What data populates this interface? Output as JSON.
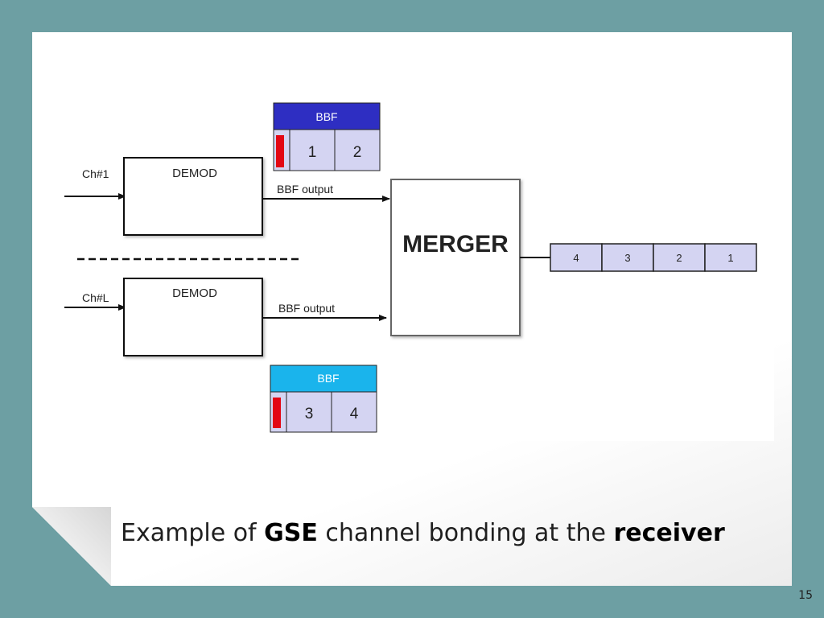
{
  "diagram": {
    "channel_top": "Ch#1",
    "channel_bottom": "Ch#L",
    "demod_top": "DEMOD",
    "demod_bottom": "DEMOD",
    "output_top": "BBF output",
    "output_bottom": "BBF output",
    "merger": "MERGER",
    "bbf_top": {
      "title": "BBF",
      "cells": [
        "1",
        "2"
      ],
      "header_color": "#2e2ec2"
    },
    "bbf_bottom": {
      "title": "BBF",
      "cells": [
        "3",
        "4"
      ],
      "header_color": "#1ab4ec"
    },
    "merged_output": [
      "4",
      "3",
      "2",
      "1"
    ],
    "cell_fill": "#d4d4f2",
    "marker_color": "#e30613"
  },
  "caption": {
    "part1": "Example of ",
    "bold1": "GSE",
    "part2": " channel bonding at the ",
    "bold2": "receiver"
  },
  "page_number": "15",
  "colors": {
    "background": "#6d9fa3",
    "slide": "#ffffff"
  }
}
